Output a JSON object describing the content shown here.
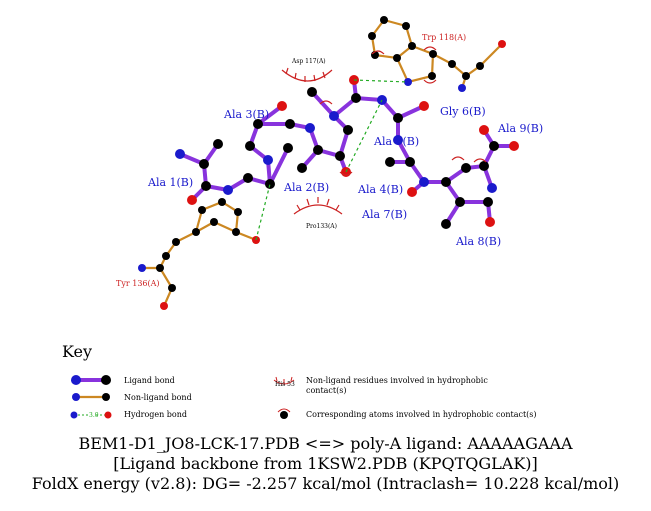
{
  "residues": {
    "ligand": [
      "Ala 1(B)",
      "Ala 2(B)",
      "Ala 3(B)",
      "Ala 4(B)",
      "Ala 5(B)",
      "Gly 6(B)",
      "Ala 7(B)",
      "Ala 8(B)",
      "Ala 9(B)"
    ],
    "nonligand": [
      "Trp 118(A)",
      "Tyr 136(A)"
    ],
    "hydrophobic": [
      "Asp 117(A)",
      "Pro133(A)"
    ]
  },
  "key": {
    "title": "Key",
    "ligand_bond": "Ligand bond",
    "nonligand_bond": "Non-ligand bond",
    "hydrogen_bond": "Hydrogen bond",
    "hbond_distance_sample": "3.0",
    "hydrophobic_residues_line1": "Non-ligand residues involved in hydrophobic",
    "hydrophobic_residues_line2": "contact(s)",
    "hydrophobic_sample_label": "His 53",
    "hydrophobic_atoms": "Corresponding atoms involved in hydrophobic contact(s)"
  },
  "caption": {
    "line1": "BEM1-D1_JO8-LCK-17.PDB <=> poly-A ligand: AAAAAGAAA",
    "line2": "[Ligand backbone from 1KSW2.PDB (KPQTQGLAK)]",
    "line3": "FoldX energy (v2.8): DG= -2.257 kcal/mol (Intraclash= 10.228 kcal/mol)"
  },
  "colors": {
    "ligand_bond": "#8833dd",
    "nonligand_bond": "#cc8822",
    "hydrogen_bond": "#22aa22",
    "carbon": "#000000",
    "nitrogen": "#1a1acc",
    "oxygen": "#dd1111",
    "hydrophobic_arc": "#cc2222"
  }
}
